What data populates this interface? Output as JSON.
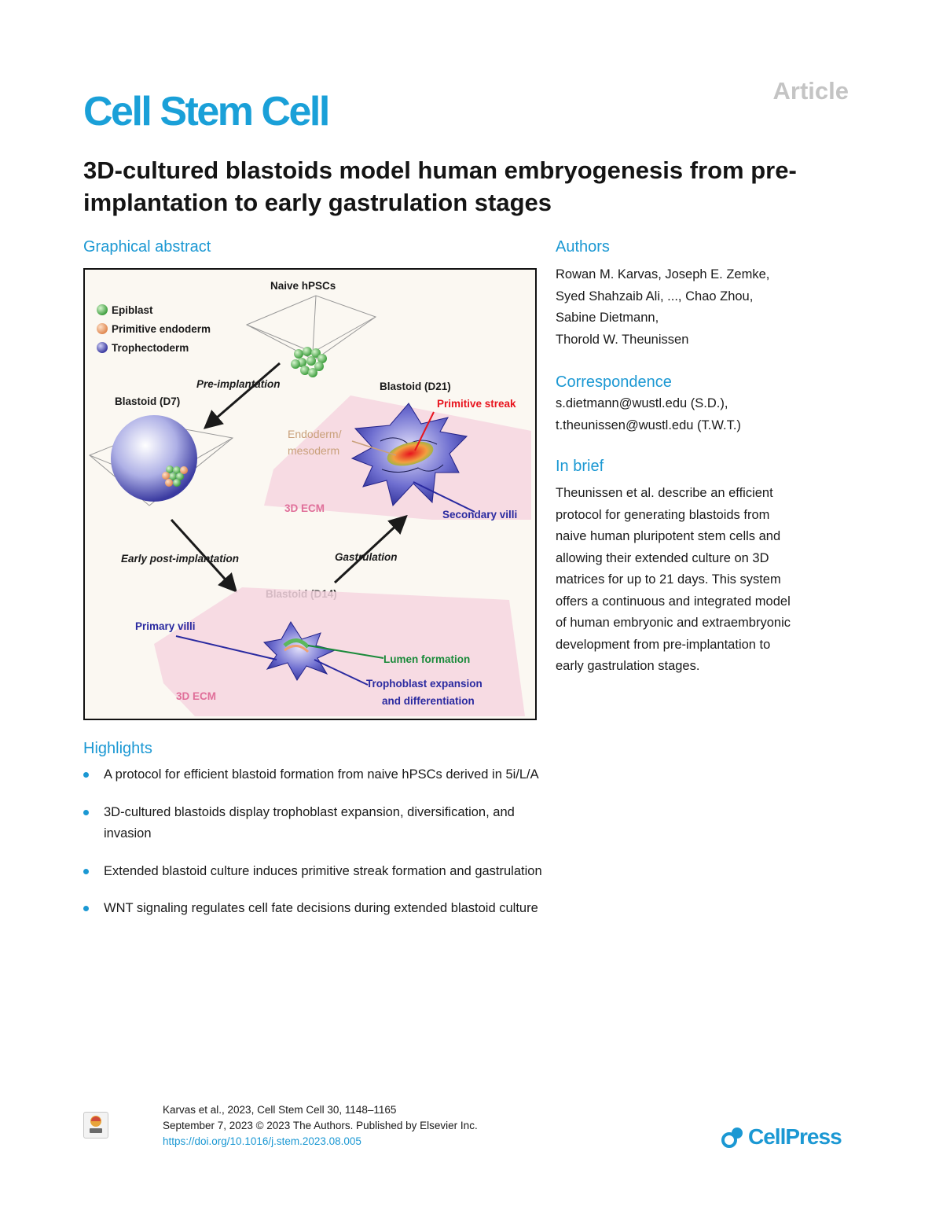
{
  "header": {
    "article_type": "Article",
    "journal": "Cell Stem Cell",
    "title": "3D-cultured blastoids model human embryogenesis from pre-implantation to early gastrulation stages"
  },
  "graphical_abstract": {
    "heading": "Graphical abstract",
    "legend": [
      "Epiblast",
      "Primitive endoderm",
      "Trophectoderm"
    ],
    "labels": {
      "naive": "Naive hPSCs",
      "pre_implantation": "Pre-implantation",
      "blastoid_d7": "Blastoid (D7)",
      "blastoid_d21": "Blastoid (D21)",
      "primitive_streak": "Primitive streak",
      "endoderm_line1": "Endoderm/",
      "endoderm_line2": "mesoderm",
      "ecm_top": "3D ECM",
      "secondary_villi": "Secondary villi",
      "early_post": "Early post-implantation",
      "gastrulation": "Gastrulation",
      "blastoid_d14": "Blastoid (D14)",
      "primary_villi": "Primary villi",
      "lumen": "Lumen formation",
      "trophoblast_line1": "Trophoblast expansion",
      "trophoblast_line2": "and differentiation",
      "ecm_bottom": "3D ECM"
    },
    "colors": {
      "epiblast": "#5cb85c",
      "primitive_endoderm": "#f0a070",
      "trophectoderm": "#3a3aa0",
      "primitive_streak": "#e8141e",
      "secondary_villi": "#2a2aa0",
      "lumen": "#1a8a3a",
      "ecm": "#f2c8d6"
    }
  },
  "highlights": {
    "heading": "Highlights",
    "items": [
      "A protocol for efficient blastoid formation from naive hPSCs derived in 5i/L/A",
      "3D-cultured blastoids display trophoblast expansion, diversification, and invasion",
      "Extended blastoid culture induces primitive streak formation and gastrulation",
      "WNT signaling regulates cell fate decisions during extended blastoid culture"
    ]
  },
  "authors": {
    "heading": "Authors",
    "lines": [
      "Rowan M. Karvas, Joseph E. Zemke,",
      "Syed Shahzaib Ali, ..., Chao Zhou,",
      "Sabine Dietmann,",
      "Thorold W. Theunissen"
    ]
  },
  "correspondence": {
    "heading": "Correspondence",
    "lines": [
      "s.dietmann@wustl.edu (S.D.),",
      "t.theunissen@wustl.edu (T.W.T.)"
    ]
  },
  "in_brief": {
    "heading": "In brief",
    "lines": [
      "Theunissen et al. describe an efficient",
      "protocol for generating blastoids from",
      "naive human pluripotent stem cells and",
      "allowing their extended culture on 3D",
      "matrices for up to 21 days. This system",
      "offers a continuous and integrated model",
      "of human embryonic and extraembryonic",
      "development from pre-implantation to",
      "early gastrulation stages."
    ]
  },
  "footer": {
    "citation": "Karvas et al., 2023, Cell Stem Cell 30, 1148–1165",
    "date_line": "September 7, 2023 © 2023 The Authors. Published by Elsevier Inc.",
    "doi": "https://doi.org/10.1016/j.stem.2023.08.005",
    "publisher": "CellPress"
  }
}
